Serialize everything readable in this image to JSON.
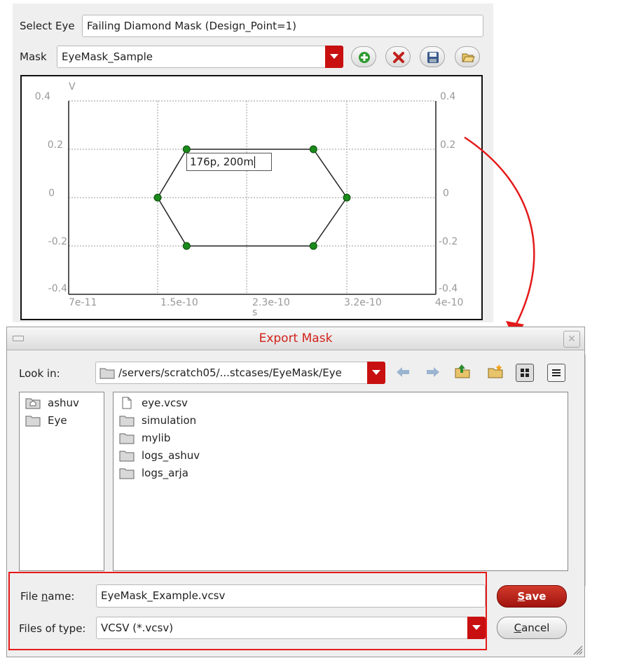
{
  "mask_panel": {
    "select_eye_label": "Select Eye",
    "select_eye_value": "Failing Diamond Mask (Design_Point=1)",
    "mask_label": "Mask",
    "mask_value": "EyeMask_Sample",
    "icons": [
      "add-icon",
      "delete-icon",
      "save-icon",
      "open-folder-icon"
    ]
  },
  "plot": {
    "y_unit": "V",
    "x_unit": "s",
    "y_ticks_left": [
      "0.4",
      "0.2",
      "0",
      "-0.2",
      "-0.4"
    ],
    "y_ticks_right": [
      "0.4",
      "0.2",
      "0",
      "-0.2",
      "-0.4"
    ],
    "x_ticks": [
      "7e-11",
      "1.5e-10",
      "2.3e-10",
      "3.2e-10",
      "4e-10"
    ],
    "tooltip": "176p, 200m",
    "grid_color": "#9a9a9a",
    "point_color": "#1a8a1a",
    "mask_vertices": [
      {
        "x": 1.5e-10,
        "y": 0
      },
      {
        "x": 1.76e-10,
        "y": 0.2
      },
      {
        "x": 2.9e-10,
        "y": 0.2
      },
      {
        "x": 3.2e-10,
        "y": 0
      },
      {
        "x": 2.9e-10,
        "y": -0.2
      },
      {
        "x": 1.76e-10,
        "y": -0.2
      }
    ]
  },
  "dialog": {
    "title": "Export Mask",
    "look_in_label": "Look in:",
    "look_in_value": "/servers/scratch05/...stcases/EyeMask/Eye",
    "toolbar_icons": [
      "back-icon",
      "forward-icon",
      "up-folder-icon",
      "new-folder-icon",
      "list-view-icon",
      "details-view-icon"
    ],
    "places": [
      {
        "label": "ashuv",
        "icon": "home-folder-icon"
      },
      {
        "label": "Eye",
        "icon": "folder-icon"
      }
    ],
    "files": [
      {
        "label": "eye.vcsv",
        "icon": "file-icon"
      },
      {
        "label": "simulation",
        "icon": "folder-icon"
      },
      {
        "label": "mylib",
        "icon": "folder-icon"
      },
      {
        "label": "logs_ashuv",
        "icon": "folder-icon"
      },
      {
        "label": "logs_arja",
        "icon": "folder-icon"
      }
    ],
    "file_name_label": "File name:",
    "file_name_value": "EyeMask_Example.vcsv",
    "file_type_label": "Files of type:",
    "file_type_value": "VCSV (*.vcsv)",
    "save_label": "Save",
    "cancel_label": "Cancel"
  },
  "accent_color": "#e41a1a"
}
